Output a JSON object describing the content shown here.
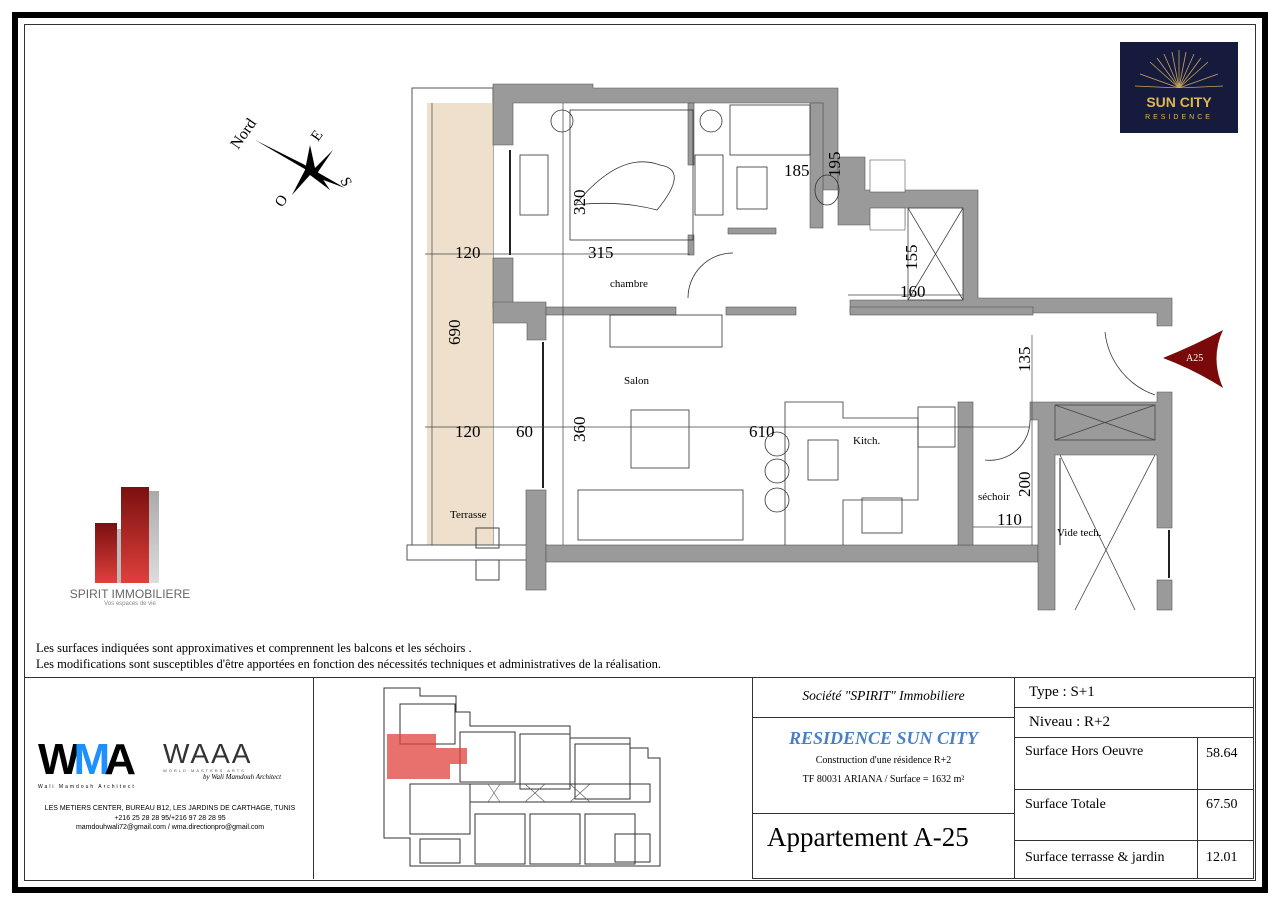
{
  "plan": {
    "compass": {
      "north": "Nord",
      "east": "E",
      "south": "S",
      "west": "O"
    },
    "rooms": {
      "chambre": "chambre",
      "salon": "Salon",
      "kitchen": "Kitch.",
      "sechoir": "séchoir",
      "vide_tech": "Vide tech.",
      "terrasse": "Terrasse"
    },
    "dimensions": {
      "terrace_width_top": "120",
      "terrace_width_bottom": "120",
      "terrace_length": "690",
      "gap": "60",
      "chambre_width": "315",
      "chambre_depth": "320",
      "bath_width": "185",
      "bath_depth": "195",
      "hall_depth": "155",
      "hall_width": "160",
      "salon_depth": "360",
      "salon_width": "610",
      "entry_depth": "135",
      "sechoir_depth": "200",
      "sechoir_width": "110"
    },
    "entrance_marker": "A25",
    "colors": {
      "wall": "#9a9a9a",
      "terrace": "#eee0cc",
      "entrance": "#7a0a0a",
      "highlight": "#e0403c"
    }
  },
  "logos": {
    "sun_city": {
      "line1": "SUN CITY",
      "line2": "RESIDENCE"
    },
    "spirit": {
      "name": "SPIRIT IMMOBILIERE",
      "tagline": "Vos espaces de vie"
    },
    "wma": {
      "letters": "WMA",
      "subtitle": "Wali Mamdouh Architect"
    },
    "waaa": {
      "letters": "WAAA",
      "subtitle": "WORLD MASTERS ARTS",
      "signature": "by Wali Mamdouh Architect"
    }
  },
  "notes": [
    "Les surfaces indiquées sont approximatives et comprennent les balcons et les séchoirs .",
    "Les modifications sont susceptibles d'être apportées en fonction des nécessités techniques et administratives de la réalisation."
  ],
  "architect_contact": {
    "address": "LES METIERS CENTER, BUREAU B12, LES JARDINS DE CARTHAGE, TUNIS",
    "phones": "+216 25 28 28 95/+216 97 28 28 95",
    "emails": "mamdouhwali72@gmail.com / wma.directionpro@gmail.com"
  },
  "title_block": {
    "company": "Société \"SPIRIT\" Immobiliere",
    "project": "RESIDENCE SUN CITY",
    "description": "Construction d'une résidence R+2",
    "land": "TF 80031  ARIANA  / Surface = 1632 m²",
    "apartment": "Appartement A-25",
    "type": "Type :  S+1",
    "level": "Niveau : R+2",
    "surfaces": [
      {
        "label": "Surface Hors Oeuvre",
        "value": "58.64"
      },
      {
        "label": "Surface Totale",
        "value": "67.50"
      },
      {
        "label": "Surface terrasse & jardin",
        "value": "12.01"
      }
    ]
  }
}
